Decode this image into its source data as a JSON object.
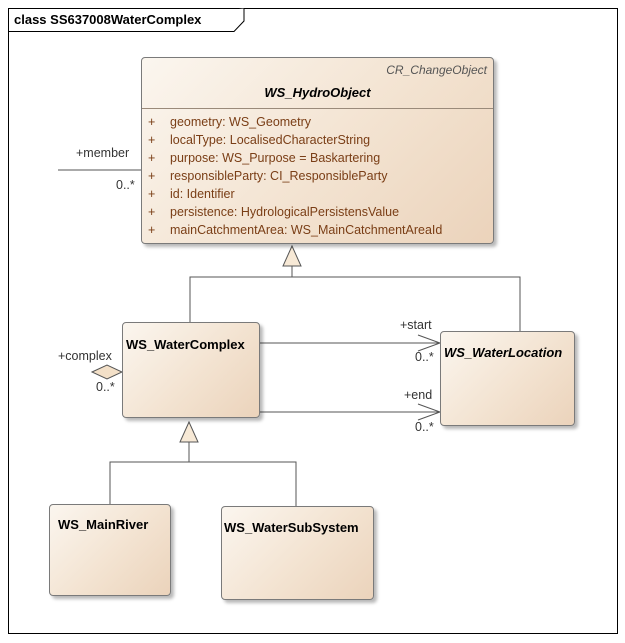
{
  "diagram": {
    "frame_title": "class SS637008WaterComplex",
    "classes": {
      "hydro_object": {
        "stereotype": "CR_ChangeObject",
        "name": "WS_HydroObject",
        "attributes": [
          {
            "vis": "+",
            "text": "geometry: WS_Geometry"
          },
          {
            "vis": "+",
            "text": "localType: LocalisedCharacterString"
          },
          {
            "vis": "+",
            "text": "purpose: WS_Purpose = Baskartering"
          },
          {
            "vis": "+",
            "text": "responsibleParty: CI_ResponsibleParty"
          },
          {
            "vis": "+",
            "text": "id: Identifier"
          },
          {
            "vis": "+",
            "text": "persistence: HydrologicalPersistensValue"
          },
          {
            "vis": "+",
            "text": "mainCatchmentArea: WS_MainCatchmentAreaId"
          }
        ]
      },
      "water_complex": {
        "name": "WS_WaterComplex"
      },
      "water_location": {
        "name": "WS_WaterLocation"
      },
      "main_river": {
        "name": "WS_MainRiver"
      },
      "water_subsystem": {
        "name": "WS_WaterSubSystem"
      }
    },
    "labels": {
      "member_role": "+member",
      "member_mult": "0..*",
      "complex_role": "+complex",
      "complex_mult": "0..*",
      "start_role": "+start",
      "start_mult": "0..*",
      "end_role": "+end",
      "end_mult": "0..*"
    }
  }
}
